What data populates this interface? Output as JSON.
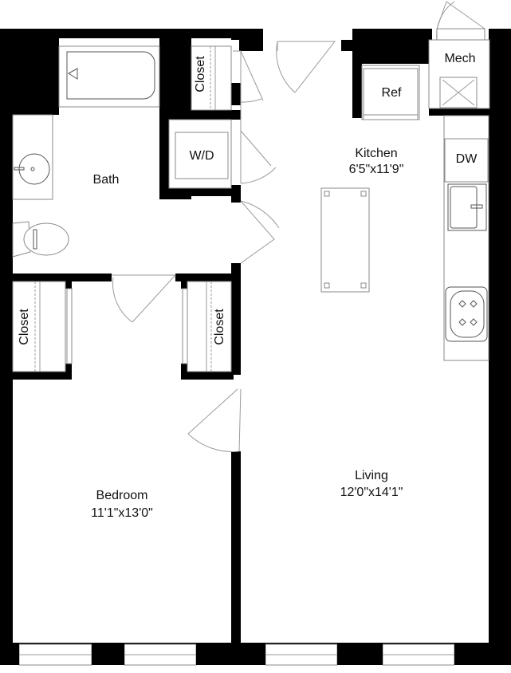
{
  "floorplan": {
    "rooms": {
      "kitchen": {
        "name": "Kitchen",
        "dimensions": "6'5\"x11'9\""
      },
      "bath": {
        "name": "Bath"
      },
      "bedroom": {
        "name": "Bedroom",
        "dimensions": "11'1\"x13'0\""
      },
      "living": {
        "name": "Living",
        "dimensions": "12'0\"x14'1\""
      },
      "mech": {
        "name": "Mech"
      }
    },
    "fixtures": {
      "washer_dryer": "W/D",
      "refrigerator": "Ref",
      "dishwasher": "DW"
    },
    "closets": {
      "top": "Closet",
      "bedroom_left": "Closet",
      "bedroom_right": "Closet"
    },
    "colors": {
      "wall": "#000000",
      "fixture_line": "#8a8a8a",
      "background": "#ffffff"
    }
  }
}
